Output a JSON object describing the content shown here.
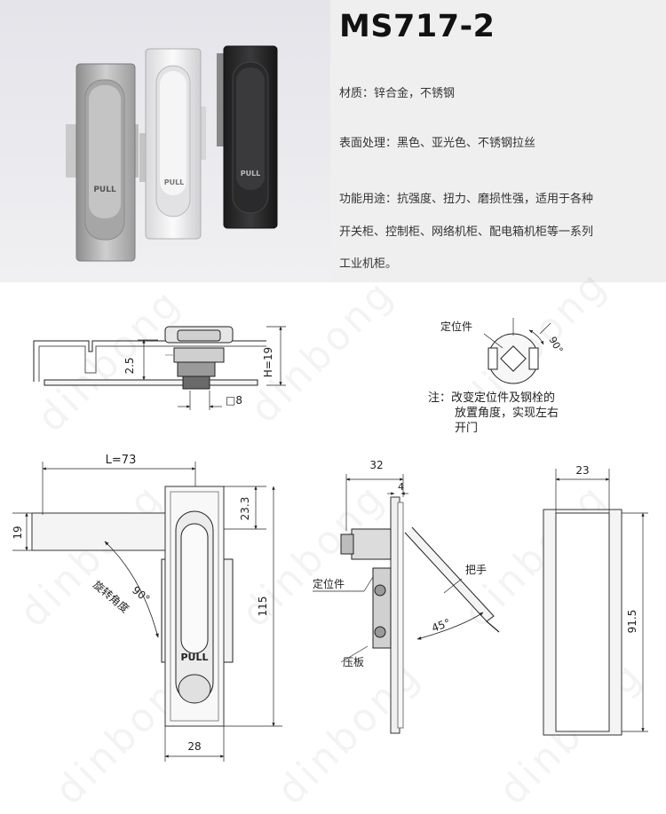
{
  "product": {
    "model": "MS717-2",
    "specs": {
      "material": "材质：锌合金，不锈钢",
      "finish": "表面处理：黑色、亚光色、不锈钢拉丝",
      "usage_line1": "功能用途：抗强度、扭力、磨损性强，适用于各种",
      "usage_line2": "开关柜、控制柜、网络机柜、配电箱机柜等一系列",
      "usage_line3": "工业机柜。"
    }
  },
  "photo": {
    "pull_text": "PULL"
  },
  "watermark": "dinbong",
  "drawing": {
    "side_view": {
      "dim_thickness": "2.5",
      "dim_height": "H=19",
      "dim_square": "□8"
    },
    "lock_detail": {
      "label": "定位件",
      "angle": "90°",
      "note_line1": "注：改变定位件及钢栓的",
      "note_line2": "放置角度，实现左右",
      "note_line3": "开门"
    },
    "front_view": {
      "dim_length": "L=73",
      "dim_bar": "19",
      "dim_top": "23.3",
      "dim_height": "115",
      "dim_width": "28",
      "rotation_angle": "90°",
      "rotation_label": "旋转角度",
      "pull_text": "PULL"
    },
    "section_view": {
      "dim_depth": "32",
      "dim_plate": "4",
      "label_positioner": "定位件",
      "label_handle": "把手",
      "label_plate": "压板",
      "angle": "45°"
    },
    "cutout": {
      "dim_width": "23",
      "dim_height": "91.5"
    }
  }
}
